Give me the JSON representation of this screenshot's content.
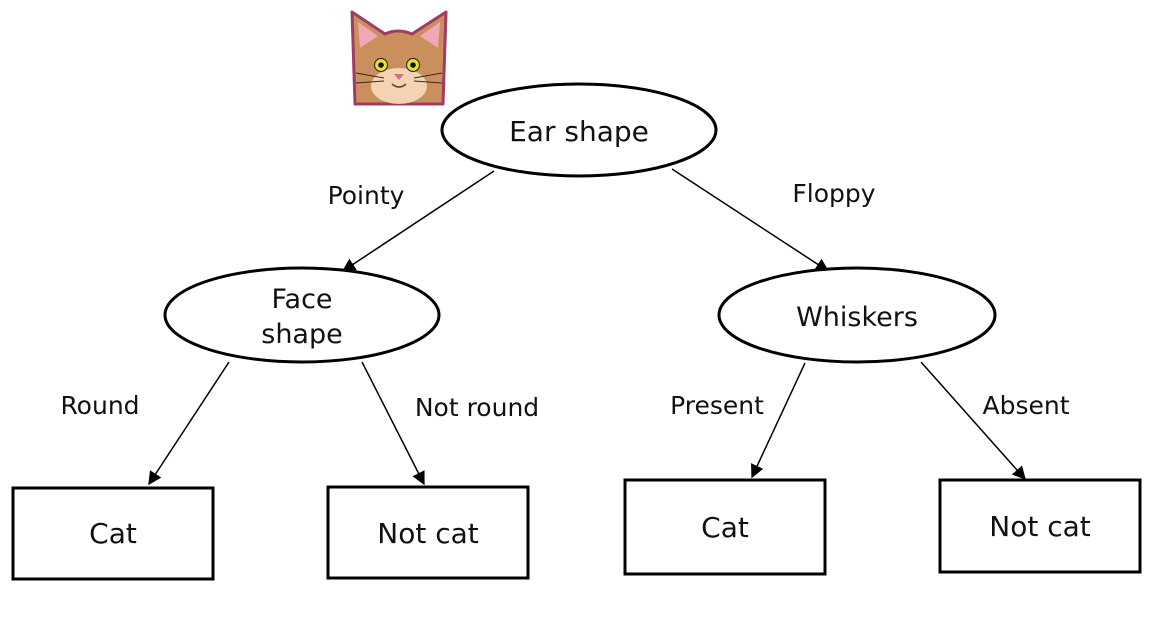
{
  "tree": {
    "root": {
      "label": "Ear shape"
    },
    "left_node": {
      "label_line1": "Face",
      "label_line2": "shape"
    },
    "right_node": {
      "label": "Whiskers"
    },
    "edges": {
      "root_left": "Pointy",
      "root_right": "Floppy",
      "left_left": "Round",
      "left_right": "Not round",
      "right_left": "Present",
      "right_right": "Absent"
    },
    "leaves": {
      "leaf1": "Cat",
      "leaf2": "Not cat",
      "leaf3": "Cat",
      "leaf4": "Not cat"
    }
  },
  "cat_illustration": {
    "icon": "cat-face-icon"
  },
  "colors": {
    "stroke": "#000000",
    "text": "#111111",
    "cat_fur": "#c98f5d",
    "cat_outline": "#a23a64",
    "cat_ear_inner": "#f1a7b8"
  }
}
